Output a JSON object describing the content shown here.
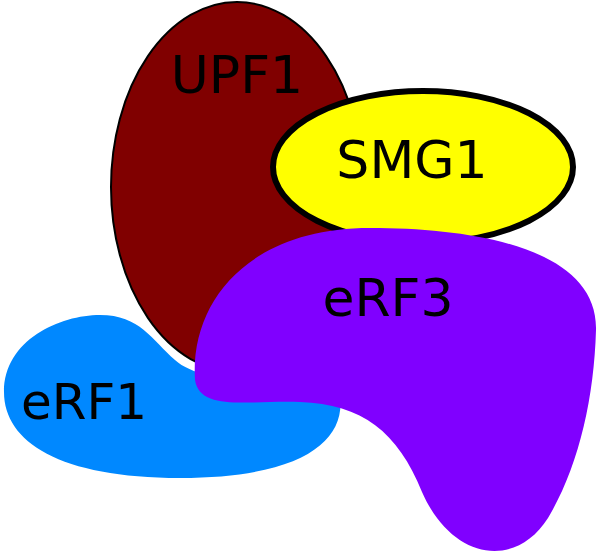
{
  "diagram": {
    "nodes": [
      {
        "text": [
          "UPF1"
        ]
      },
      {
        "text": [
          "SMG1"
        ]
      },
      {
        "text": [
          "eRF3"
        ]
      },
      {
        "text": [
          "eRF1"
        ]
      }
    ]
  }
}
